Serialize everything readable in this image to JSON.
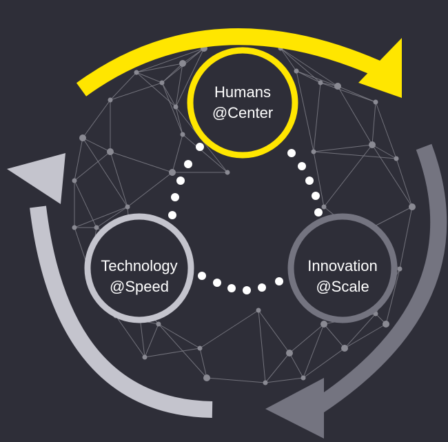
{
  "colors": {
    "background": "#2e2e38",
    "humans": "#ffe600",
    "technology": "#c4c4cd",
    "innovation": "#747480",
    "network": "#8a8a93"
  },
  "nodes": {
    "humans": {
      "line1": "Humans",
      "line2": "@Center"
    },
    "technology": {
      "line1": "Technology",
      "line2": "@Speed"
    },
    "innovation": {
      "line1": "Innovation",
      "line2": "@Scale"
    }
  }
}
